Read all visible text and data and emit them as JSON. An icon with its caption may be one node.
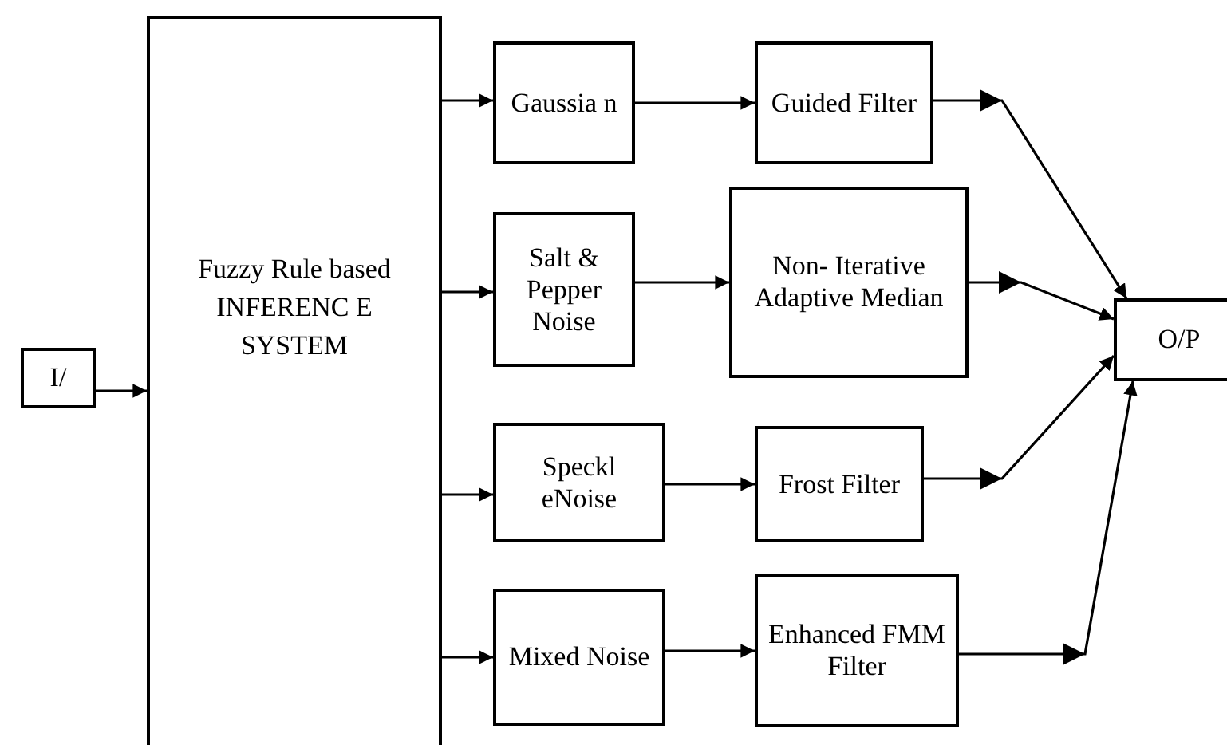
{
  "diagram": {
    "nodes": [
      {
        "text": [
          "I/"
        ]
      },
      {
        "text": [
          "Fuzzy Rule based INFERENC E SYSTEM"
        ]
      },
      {
        "text": [
          "Gaussia n"
        ]
      },
      {
        "text": [
          "Guided Filter"
        ]
      },
      {
        "text": [
          "Salt & Pepper Noise"
        ]
      },
      {
        "text": [
          "Non- Iterative Adaptive Median"
        ]
      },
      {
        "text": [
          "O/P"
        ]
      },
      {
        "text": [
          "Speckl eNoise"
        ]
      },
      {
        "text": [
          "Frost Filter"
        ]
      },
      {
        "text": [
          "Mixed Noise"
        ]
      },
      {
        "text": [
          "Enhanced FMM Filter"
        ]
      }
    ],
    "edges": [
      {
        "from": 0,
        "to": 1,
        "arrow": "to"
      },
      {
        "from": 1,
        "to": 2,
        "arrow": "to"
      },
      {
        "from": 1,
        "to": 4,
        "arrow": "to"
      },
      {
        "from": 1,
        "to": 7,
        "arrow": "to"
      },
      {
        "from": 1,
        "to": 9,
        "arrow": "to"
      },
      {
        "from": 2,
        "to": 3,
        "arrow": "to"
      },
      {
        "from": 4,
        "to": 5,
        "arrow": "to"
      },
      {
        "from": 7,
        "to": 8,
        "arrow": "to"
      },
      {
        "from": 9,
        "to": 10,
        "arrow": "to"
      },
      {
        "from": 3,
        "to": 6,
        "arrow": "to"
      },
      {
        "from": 5,
        "to": 6,
        "arrow": "to"
      },
      {
        "from": 8,
        "to": 6,
        "arrow": "to"
      },
      {
        "from": 10,
        "to": 6,
        "arrow": "to"
      }
    ]
  }
}
